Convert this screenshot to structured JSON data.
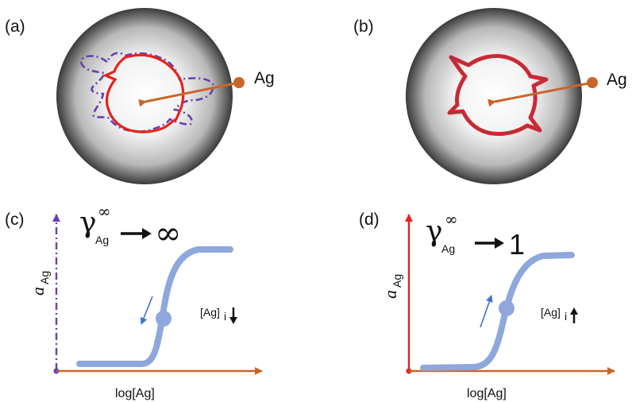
{
  "panels": {
    "a": {
      "label": "(a)",
      "source_label": "Ag"
    },
    "b": {
      "label": "(b)",
      "source_label": "Ag"
    },
    "c": {
      "label": "(c)",
      "gamma": "γ",
      "gamma_sub": "Ag",
      "gamma_sup": "∞",
      "limit": "∞",
      "ylabel_main": "a",
      "ylabel_sub": "Ag",
      "xlabel": "log[Ag]",
      "conc_main": "[Ag]",
      "conc_sub": "i"
    },
    "d": {
      "label": "(d)",
      "gamma": "γ",
      "gamma_sub": "Ag",
      "gamma_sup": "∞",
      "limit": "1",
      "ylabel_main": "a",
      "ylabel_sub": "Ag",
      "xlabel": "log[Ag]",
      "conc_main": "[Ag]",
      "conc_sub": "i"
    }
  },
  "colors": {
    "boundary_red": "#e8221c",
    "dashdot_purple": "#6a3fb0",
    "arrow_orange": "#c8662a",
    "curve_blue": "#8ea7dc",
    "small_arrow_blue": "#3f74c9",
    "axis_purple": "#6a3fb0",
    "axis_red": "#e8221c"
  }
}
